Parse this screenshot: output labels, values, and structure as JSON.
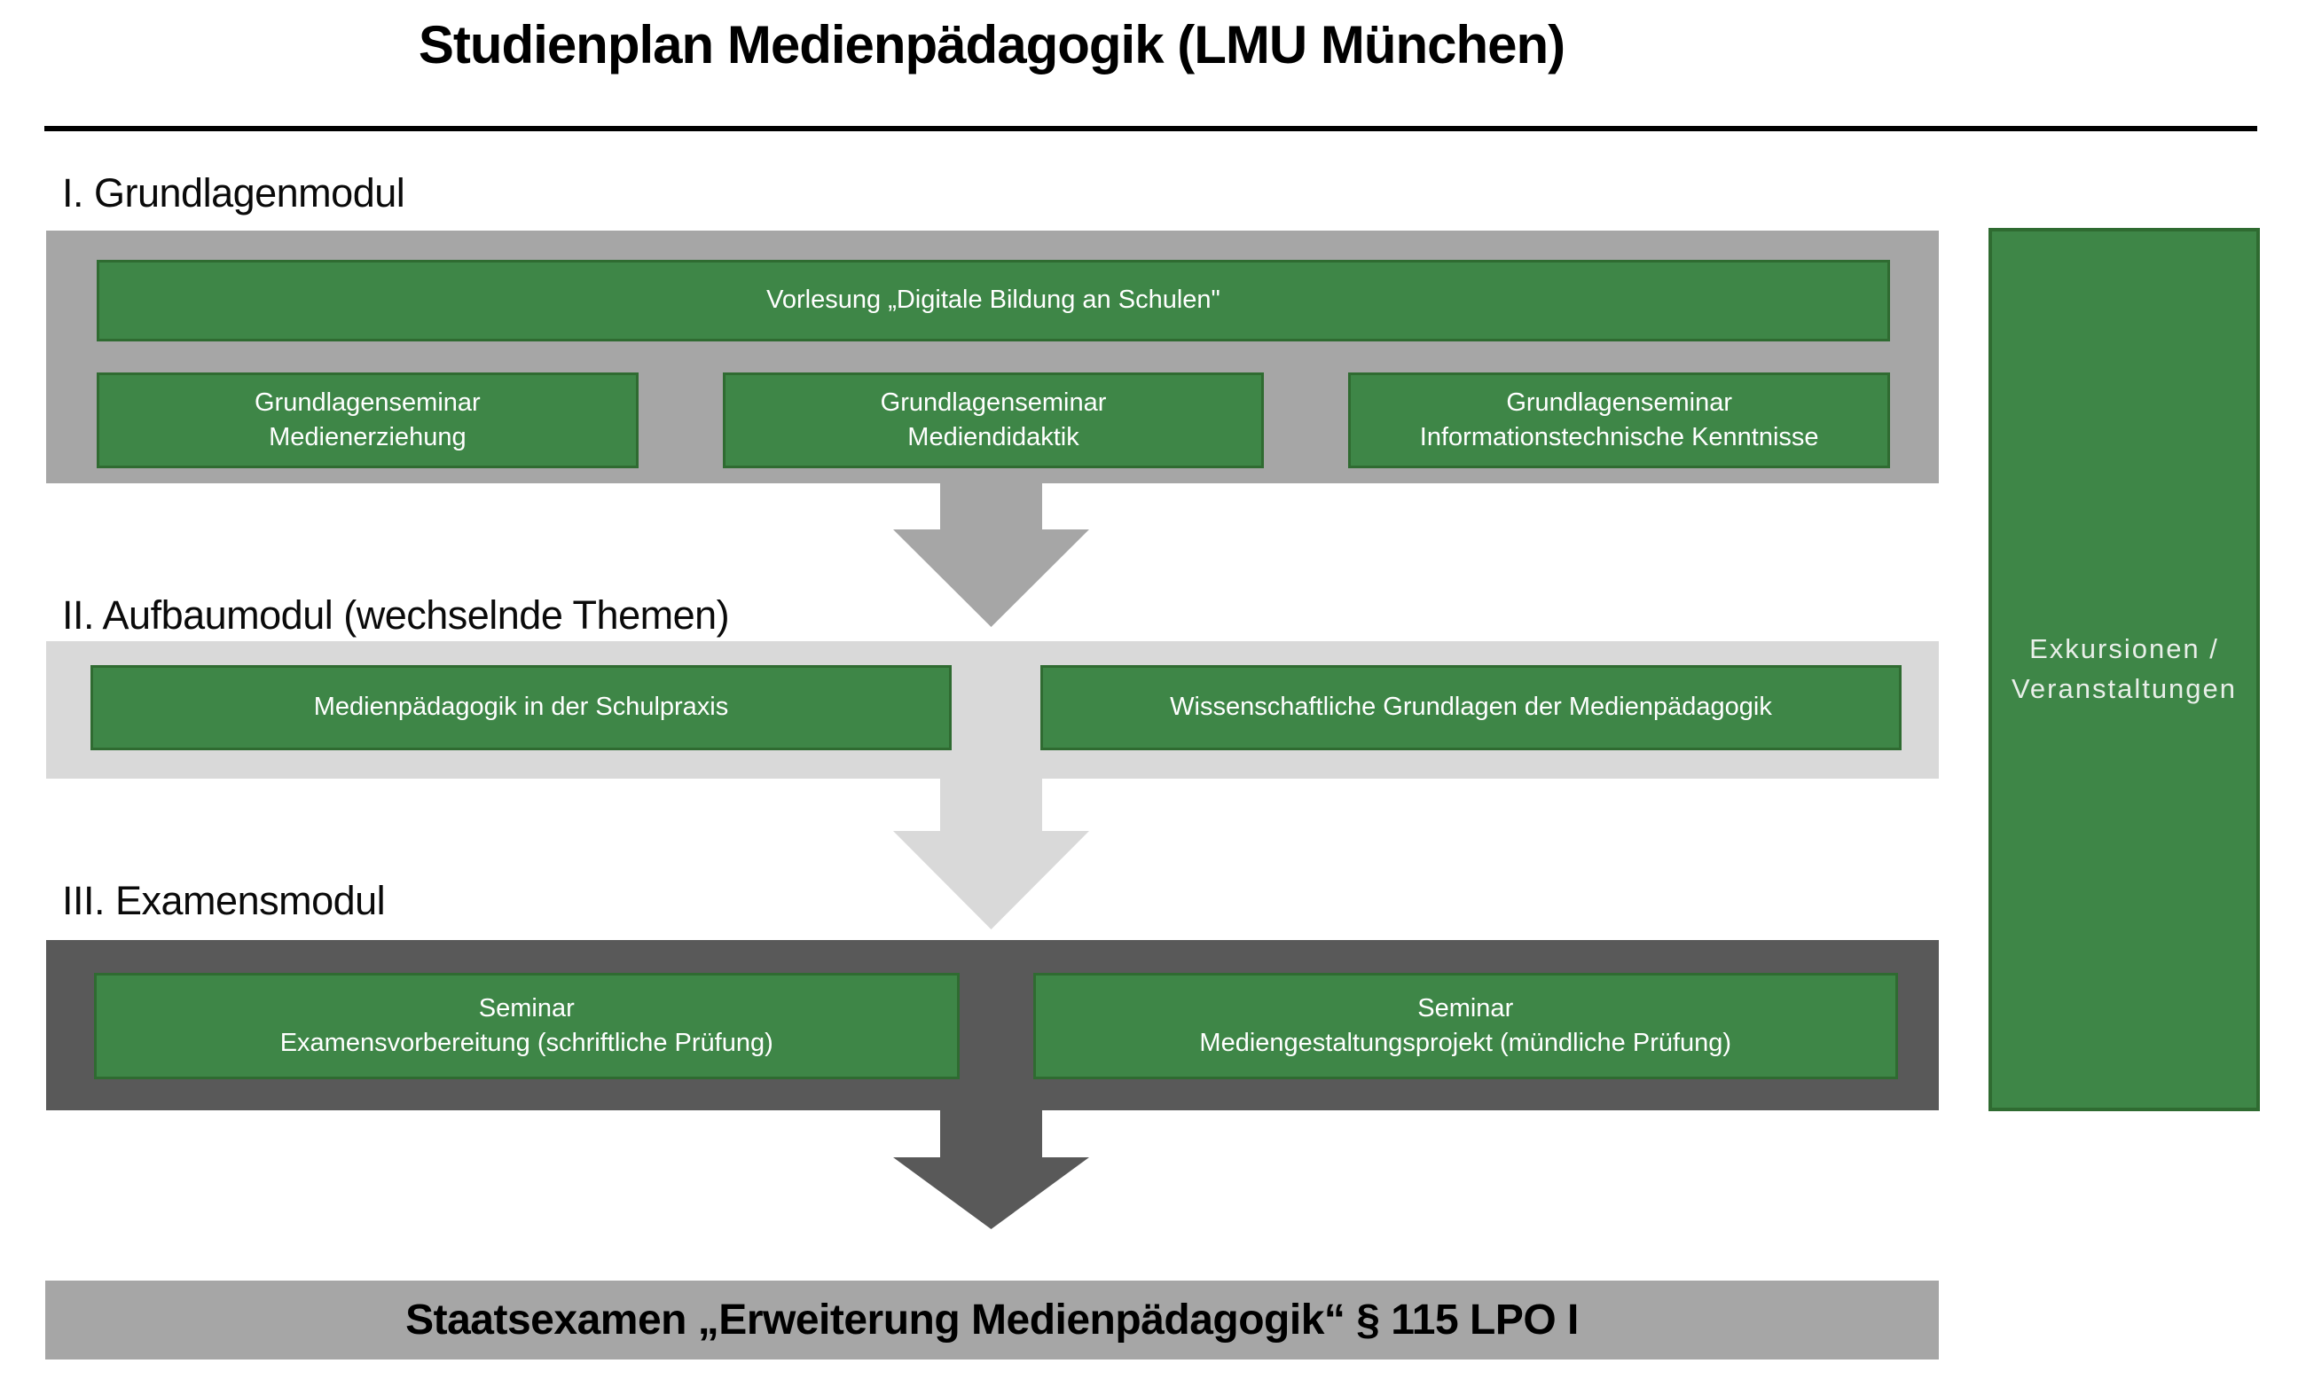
{
  "title": "Studienplan Medienpädagogik (LMU München)",
  "modules": {
    "grundlagen": {
      "heading": "I. Grundlagenmodul",
      "vorlesung": "Vorlesung „Digitale Bildung an Schulen\"",
      "seminare": [
        "Grundlagenseminar\nMedienerziehung",
        "Grundlagenseminar\nMediendidaktik",
        "Grundlagenseminar\nInformationstechnische Kenntnisse"
      ]
    },
    "aufbau": {
      "heading": "II. Aufbaumodul (wechselnde Themen)",
      "kurse": [
        "Medienpädagogik in der Schulpraxis",
        "Wissenschaftliche Grundlagen der Medienpädagogik"
      ]
    },
    "examen": {
      "heading": "III. Examensmodul",
      "seminare": [
        "Seminar\nExamensvorbereitung (schriftliche Prüfung)",
        "Seminar\nMediengestaltungsprojekt (mündliche Prüfung)"
      ]
    }
  },
  "sidebar": {
    "label": "Exkursionen /\nVeranstaltungen"
  },
  "staatsexamen": {
    "label": "Staatsexamen „Erweiterung Medienpädagogik“ § 115 LPO I"
  },
  "colors": {
    "green": "#3E8647",
    "green_border": "#2F6B31",
    "gray": "#A6A6A6",
    "light_gray": "#D9D9D9",
    "dark_gray": "#595959"
  }
}
